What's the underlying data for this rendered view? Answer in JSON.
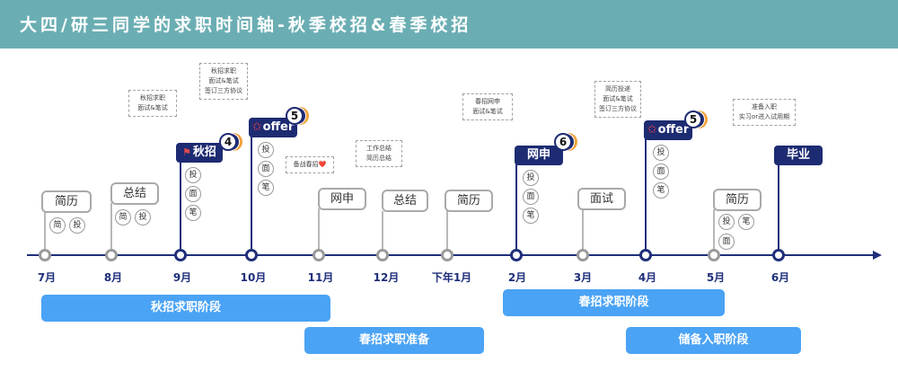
{
  "title": "大四/研三同学的求职时间轴-秋季校招&春季校招",
  "months": [
    "7月",
    "8月",
    "9月",
    "10月",
    "11月",
    "12月",
    "下年1月",
    "2月",
    "3月",
    "4月",
    "5月",
    "6月"
  ],
  "tasks": {
    "jul": "简历",
    "aug": "总结",
    "nov": "网申",
    "dec": "总结",
    "jan": "简历",
    "mar": "面试",
    "may": "简历"
  },
  "items": {
    "jian": "简",
    "tou": "投",
    "mian": "面",
    "bi": "笔"
  },
  "milestones": {
    "sep": {
      "label": "秋招",
      "count": "4"
    },
    "oct": {
      "label": "offer",
      "count": "5"
    },
    "feb": {
      "label": "网申",
      "count": "6"
    },
    "apr": {
      "label": "offer",
      "count": "5"
    },
    "jun": {
      "label": "毕业"
    }
  },
  "notes": {
    "sep": [
      "秋招求职",
      "面试&笔试"
    ],
    "oct": [
      "秋招求职",
      "面试&笔试",
      "签订三方协议"
    ],
    "nov": [
      "备战春招❤️"
    ],
    "dec": [
      "工作总结",
      "简历总结"
    ],
    "feb": [
      "春招网申",
      "面试&笔试"
    ],
    "apr": [
      "简历投递",
      "面试&笔试",
      "签订三方协议"
    ],
    "jun": [
      "准备入职",
      "实习or进入试用期"
    ]
  },
  "phases": {
    "autumn": "秋招求职阶段",
    "spring_prep": "春招求职准备",
    "spring": "春招求职阶段",
    "onboard": "储备入职阶段"
  },
  "colors": {
    "header": "#6aaeb3",
    "navy": "#1d2b72",
    "phase_blue": "#4aa3f5",
    "accent_orange": "#f3a23c",
    "star_red": "#e83f4a"
  }
}
